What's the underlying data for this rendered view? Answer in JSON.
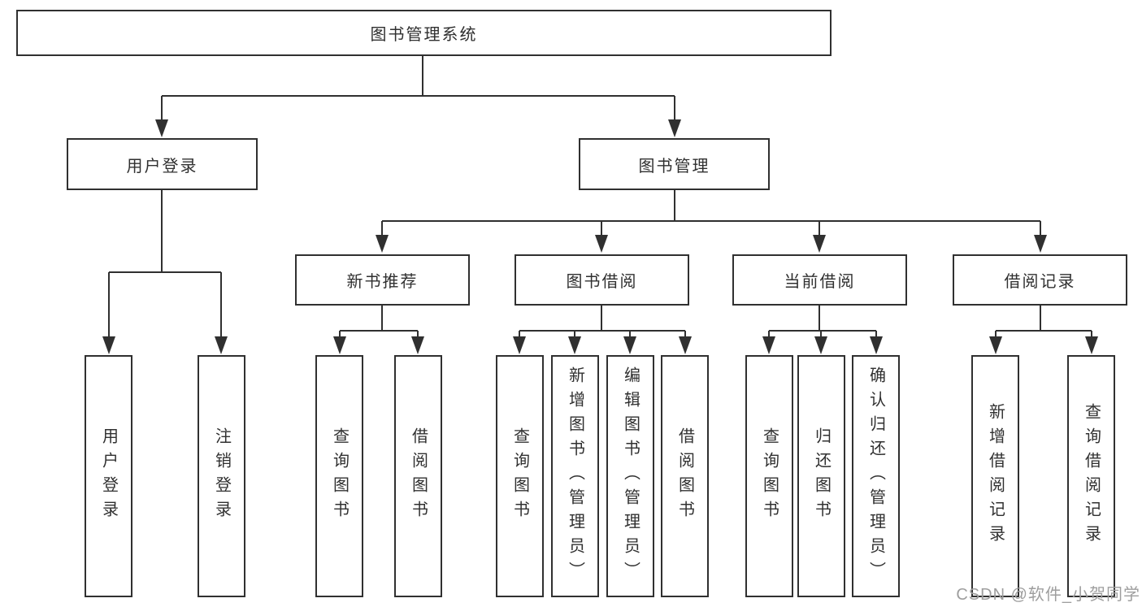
{
  "tree": {
    "label": "图书管理系统",
    "children": [
      {
        "label": "用户登录",
        "children": [
          {
            "label": "用户登录"
          },
          {
            "label": "注销登录"
          }
        ]
      },
      {
        "label": "图书管理",
        "children": [
          {
            "label": "新书推荐",
            "children": [
              {
                "label": "查询图书"
              },
              {
                "label": "借阅图书"
              }
            ]
          },
          {
            "label": "图书借阅",
            "children": [
              {
                "label": "查询图书"
              },
              {
                "label": "新增图书（管理员）"
              },
              {
                "label": "编辑图书（管理员）"
              },
              {
                "label": "借阅图书"
              }
            ]
          },
          {
            "label": "当前借阅",
            "children": [
              {
                "label": "查询图书"
              },
              {
                "label": "归还图书"
              },
              {
                "label": "确认归还（管理员）"
              }
            ]
          },
          {
            "label": "借阅记录",
            "children": [
              {
                "label": "新增借阅记录"
              },
              {
                "label": "查询借阅记录"
              }
            ]
          }
        ]
      }
    ]
  },
  "watermark": {
    "text": "CSDN @软件_小贺同学"
  },
  "colors": {
    "line": "#303030",
    "box_border": "#303030",
    "text": "#303030",
    "watermark": "#9e9e9e",
    "background": "#ffffff"
  }
}
